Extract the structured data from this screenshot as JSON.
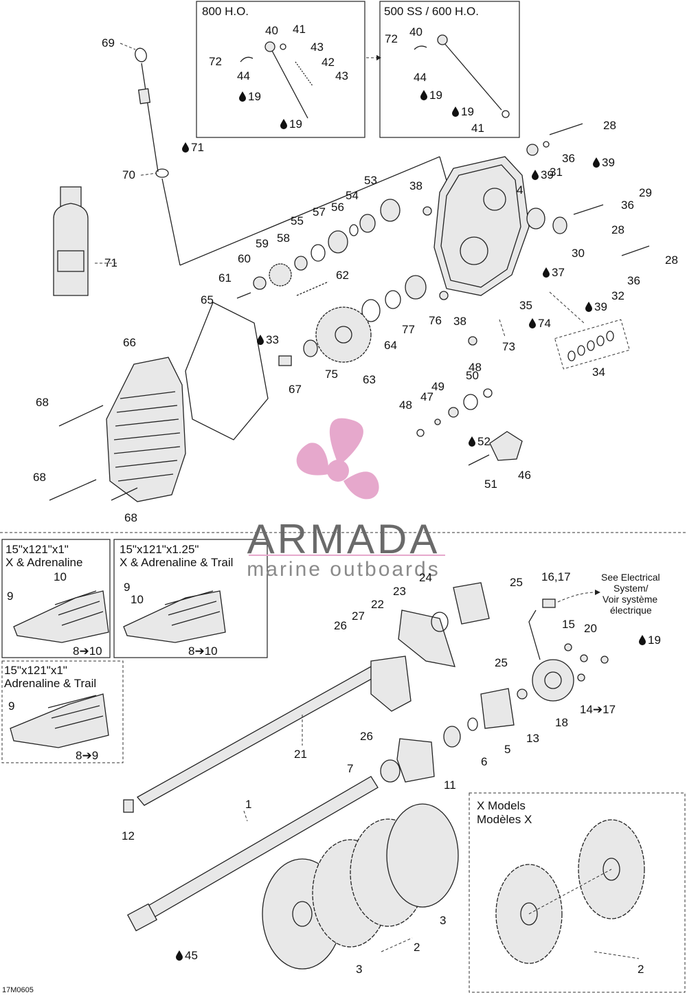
{
  "insets": {
    "top_left_title": "800 H.O.",
    "top_right_title": "500 SS / 600 H.O.",
    "track_a_line1": "15\"x121\"x1\"",
    "track_a_line2": "X & Adrenaline",
    "track_b_line1": "15\"x121\"x1.25\"",
    "track_b_line2": "X & Adrenaline & Trail",
    "track_c_line1": "15\"x121\"x1\"",
    "track_c_line2": "Adrenaline & Trail",
    "x_models_line1": "X Models",
    "x_models_line2": "Modèles X"
  },
  "electrical_note": {
    "line1": "See Electrical",
    "line2": "System/",
    "line3": "Voir système",
    "line4": "électrique"
  },
  "watermark": {
    "title": "ARMADA",
    "subtitle": "marine outboards"
  },
  "figure_code": "17M0605",
  "icons": {
    "drop": "oil-drop-icon",
    "arrow": "arrow-icon",
    "watermark": "propeller-logo"
  },
  "colors": {
    "watermark_pink": "#e6a8cc",
    "line": "#222222"
  },
  "callouts": [
    {
      "text": "69"
    },
    {
      "text": "70"
    },
    {
      "text": "71"
    },
    {
      "text": "71"
    },
    {
      "text": "40"
    },
    {
      "text": "41"
    },
    {
      "text": "72"
    },
    {
      "text": "43"
    },
    {
      "text": "42"
    },
    {
      "text": "44"
    },
    {
      "text": "43"
    },
    {
      "text": "19"
    },
    {
      "text": "19"
    },
    {
      "text": "72"
    },
    {
      "text": "40"
    },
    {
      "text": "44"
    },
    {
      "text": "19"
    },
    {
      "text": "19"
    },
    {
      "text": "41"
    },
    {
      "text": "28"
    },
    {
      "text": "36"
    },
    {
      "text": "31"
    },
    {
      "text": "39"
    },
    {
      "text": "39"
    },
    {
      "text": "29"
    },
    {
      "text": "4"
    },
    {
      "text": "36"
    },
    {
      "text": "28"
    },
    {
      "text": "53"
    },
    {
      "text": "38"
    },
    {
      "text": "54"
    },
    {
      "text": "57"
    },
    {
      "text": "56"
    },
    {
      "text": "55"
    },
    {
      "text": "30"
    },
    {
      "text": "28"
    },
    {
      "text": "59"
    },
    {
      "text": "58"
    },
    {
      "text": "60"
    },
    {
      "text": "62"
    },
    {
      "text": "37"
    },
    {
      "text": "36"
    },
    {
      "text": "61"
    },
    {
      "text": "32"
    },
    {
      "text": "65"
    },
    {
      "text": "35"
    },
    {
      "text": "39"
    },
    {
      "text": "77"
    },
    {
      "text": "76"
    },
    {
      "text": "38"
    },
    {
      "text": "74"
    },
    {
      "text": "73"
    },
    {
      "text": "66"
    },
    {
      "text": "33"
    },
    {
      "text": "64"
    },
    {
      "text": "75"
    },
    {
      "text": "63"
    },
    {
      "text": "67"
    },
    {
      "text": "34"
    },
    {
      "text": "50"
    },
    {
      "text": "48"
    },
    {
      "text": "49"
    },
    {
      "text": "47"
    },
    {
      "text": "48"
    },
    {
      "text": "68"
    },
    {
      "text": "52"
    },
    {
      "text": "46"
    },
    {
      "text": "51"
    },
    {
      "text": "68"
    },
    {
      "text": "68"
    },
    {
      "text": "10"
    },
    {
      "text": "9"
    },
    {
      "text": "8➔10"
    },
    {
      "text": "9"
    },
    {
      "text": "10"
    },
    {
      "text": "8➔10"
    },
    {
      "text": "9"
    },
    {
      "text": "8➔9"
    },
    {
      "text": "24"
    },
    {
      "text": "25"
    },
    {
      "text": "16,17"
    },
    {
      "text": "23"
    },
    {
      "text": "22"
    },
    {
      "text": "27"
    },
    {
      "text": "26"
    },
    {
      "text": "15"
    },
    {
      "text": "20"
    },
    {
      "text": "19"
    },
    {
      "text": "25"
    },
    {
      "text": "14➔17"
    },
    {
      "text": "18"
    },
    {
      "text": "13"
    },
    {
      "text": "26"
    },
    {
      "text": "5"
    },
    {
      "text": "21"
    },
    {
      "text": "6"
    },
    {
      "text": "7"
    },
    {
      "text": "11"
    },
    {
      "text": "1"
    },
    {
      "text": "12"
    },
    {
      "text": "3"
    },
    {
      "text": "2"
    },
    {
      "text": "45"
    },
    {
      "text": "3"
    },
    {
      "text": "2"
    }
  ]
}
